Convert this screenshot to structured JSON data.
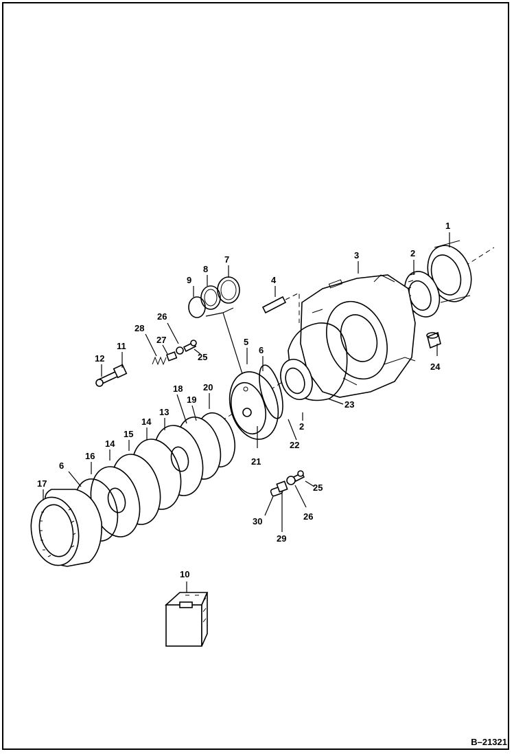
{
  "figure_reference": "B–21321",
  "callouts": [
    "1",
    "2",
    "3",
    "2",
    "4",
    "5",
    "6",
    "7",
    "8",
    "9",
    "10",
    "11",
    "12",
    "13",
    "14",
    "14",
    "15",
    "16",
    "17",
    "6",
    "18",
    "19",
    "20",
    "21",
    "22",
    "23",
    "24",
    "25",
    "26",
    "27",
    "28",
    "25",
    "26",
    "29",
    "30"
  ]
}
